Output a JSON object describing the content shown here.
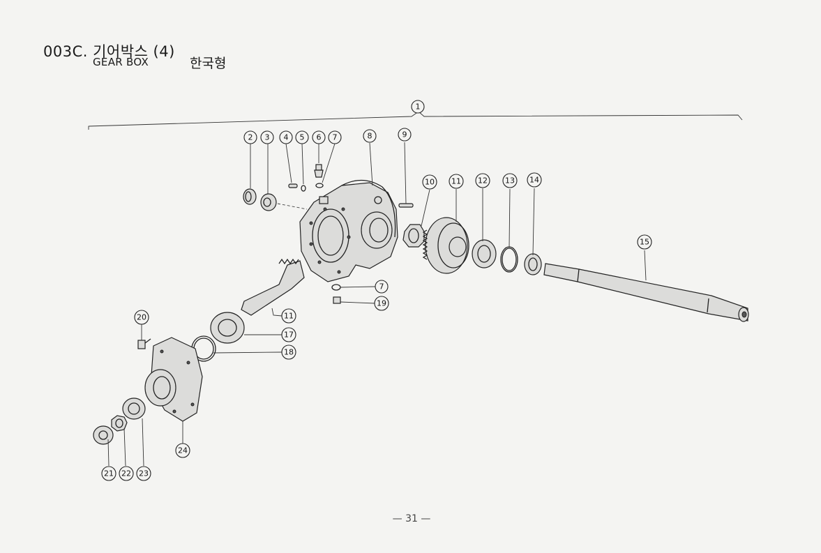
{
  "header": {
    "title": "003C. 기어박스 (4)",
    "subtitle": "GEAR BOX",
    "variant": "한국형"
  },
  "callouts": {
    "c1": "1",
    "c2": "2",
    "c3": "3",
    "c4": "4",
    "c5": "5",
    "c6": "6",
    "c7a": "7",
    "c7b": "7",
    "c8": "8",
    "c9": "9",
    "c10": "10",
    "c11a": "11",
    "c11b": "11",
    "c12": "12",
    "c13": "13",
    "c14": "14",
    "c15": "15",
    "c17": "17",
    "c18": "18",
    "c19": "19",
    "c20": "20",
    "c21": "21",
    "c22": "22",
    "c23": "23",
    "c24": "24"
  },
  "footer": {
    "page_number": "— 31 —"
  }
}
